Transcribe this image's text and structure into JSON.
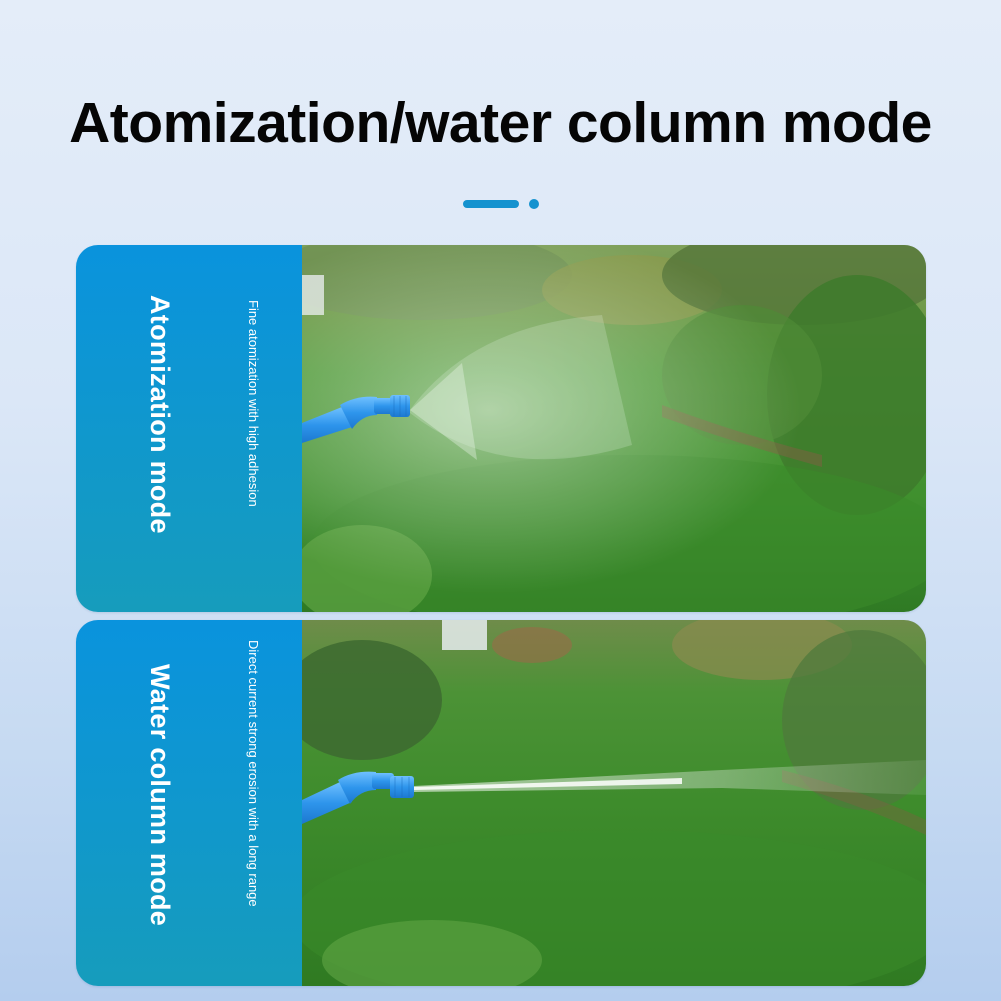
{
  "header": {
    "title": "Atomization/water column mode"
  },
  "decoration": {
    "accent_color": "#1492cf"
  },
  "modes": [
    {
      "name": "Atomization mode",
      "description": "Fine atomization with high adhesion",
      "photo": "garden-sprayer-nozzle-fine-mist"
    },
    {
      "name": "Water column mode",
      "description": "Direct current strong erosion with a long range",
      "photo": "garden-sprayer-nozzle-water-jet"
    }
  ],
  "colors": {
    "panel_top": "#0a93dd",
    "panel_bottom": "#169cbc",
    "background_top": "#e4edf9",
    "background_bottom": "#b4cdee"
  }
}
